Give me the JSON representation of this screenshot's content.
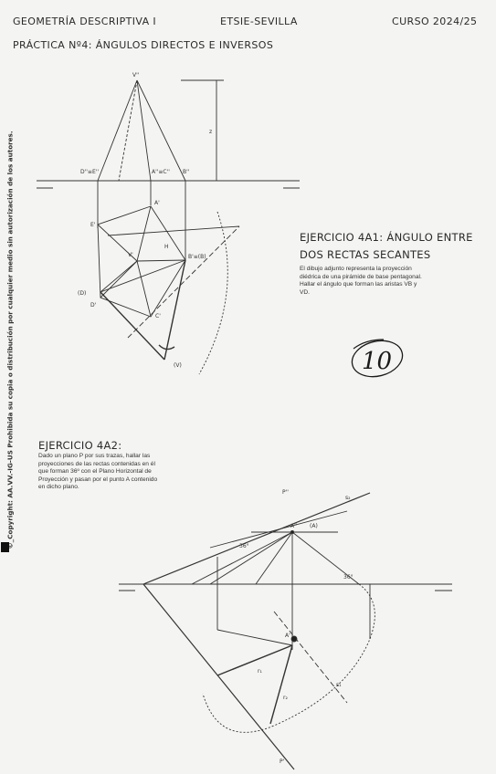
{
  "header": {
    "course": "GEOMETRÍA DESCRIPTIVA I",
    "school": "ETSIE-SEVILLA",
    "year": "CURSO 2024/25",
    "practice": "PRÁCTICA Nº4: ÁNGULOS DIRECTOS E INVERSOS"
  },
  "copyright": "©_Copyright: AA.VV.-IG-US Prohibida su copia o distribución por cualquier medio sin autorización de los autores.",
  "exercise1": {
    "title_line1": "EJERCICIO 4A1: ÁNGULO ENTRE",
    "title_line2": "DOS RECTAS SECANTES",
    "body_line1": "El dibujo adjunto representa la proyección",
    "body_line2": "diédrica de una pirámide de base pentagonal.",
    "body_line3": "Hallar el ángulo que forman las aristas VB y",
    "body_line4": "VD."
  },
  "grade": "10",
  "exercise2": {
    "title": "EJERCICIO 4A2:",
    "body_line1": "Dado un plano P por sus trazas, hallar las",
    "body_line2": "proyecciones de las rectas contenidas en él",
    "body_line3": "que forman 36º con el Plano Horizontal de",
    "body_line4": "Proyección y pasan por el punto A contenido",
    "body_line5": "en dicho plano."
  },
  "labels1": {
    "v2": "V''",
    "d2e2": "D''≡E''",
    "a2c2": "A''≡C''",
    "b2": "B''",
    "z": "z",
    "a1": "A'",
    "e1": "E'",
    "v1": "V'",
    "b1": "B'≡(B)",
    "d1": "D'",
    "d0": "(D)",
    "c1": "C'",
    "v0": "(V)",
    "h": "H"
  },
  "labels2": {
    "p2": "P''",
    "p1": "P'",
    "a2": "A''",
    "a1": "A'",
    "r1": "r₁",
    "r2": "r₂",
    "s1": "s₁",
    "s2": "s₂",
    "ang1": "36°",
    "ang2": "36°",
    "lA": "(A)"
  }
}
